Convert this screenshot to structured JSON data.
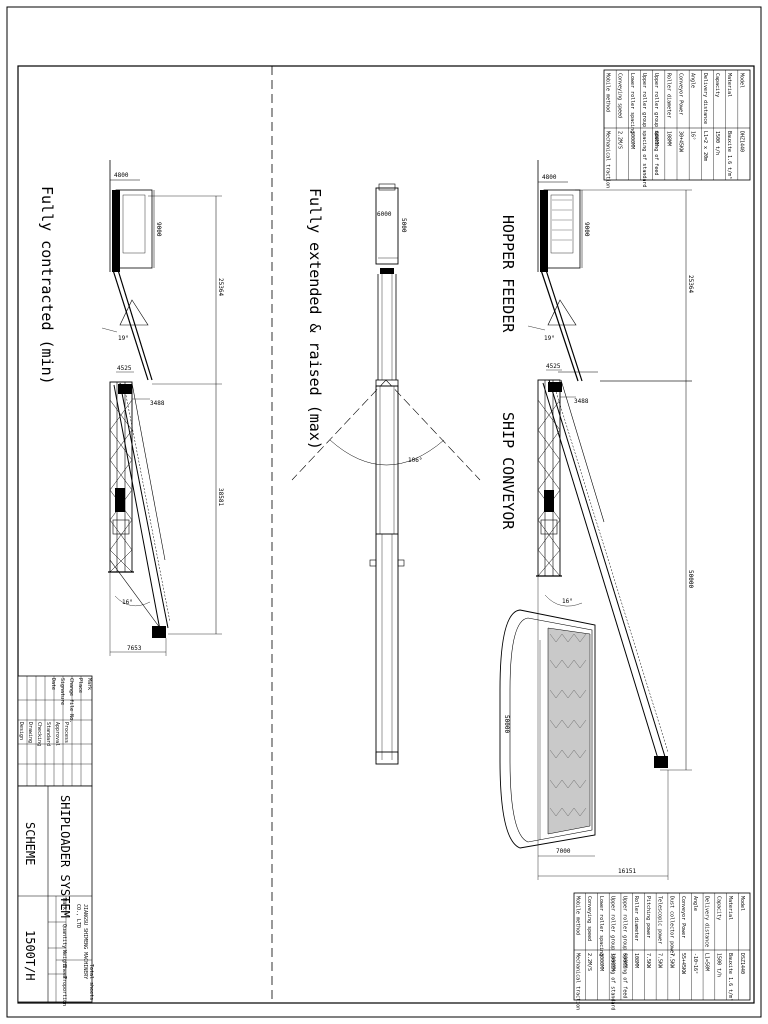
{
  "labels": {
    "hopper_feeder": "HOPPER FEEDER",
    "ship_conveyor": "SHIP CONVEYOR",
    "fully_extended": "Fully extended & raised (max)",
    "fully_contracted": "Fully contracted (min)"
  },
  "dims_top": {
    "d4800": "4800",
    "d9000": "9000",
    "d25364": "25364",
    "d4525": "4525",
    "d3488": "3488",
    "d50000_boom": "50000",
    "d50000_ship": "50000",
    "d7000": "7000",
    "d16151": "16151",
    "a19": "19°",
    "a16": "16°"
  },
  "dims_mid": {
    "d6000": "6000",
    "d5000": "5000",
    "a106": "106°"
  },
  "dims_bottom": {
    "d4800": "4800",
    "d9000": "9000",
    "d25364": "25364",
    "d4525": "4525",
    "d3488": "3488",
    "d38581": "38581",
    "d7653": "7653",
    "a19": "19°",
    "a16": "16°"
  },
  "hopper_table": {
    "rows": [
      [
        "Model",
        "DHZ1440"
      ],
      [
        "Material",
        "Bauxite 1.6 t/m³"
      ],
      [
        "Capacity",
        "1500 t/h"
      ],
      [
        "Delivery distance",
        "L1=2 x 20m"
      ],
      [
        "Angle",
        "16°"
      ],
      [
        "Conveyor Power",
        "30+45KW"
      ],
      [
        "Roller diameter",
        "108MM"
      ],
      [
        "Upper roller group spacing of feed",
        "600MM"
      ],
      [
        "Upper roller group spacing of standard",
        ""
      ],
      [
        "Lower roller spacing",
        "3000MM"
      ],
      [
        "Conveying speed",
        "2.2M/S"
      ],
      [
        "Mobile method",
        "Mechanical traction"
      ]
    ]
  },
  "ship_table": {
    "rows": [
      [
        "Model",
        "DSZ1440"
      ],
      [
        "Material",
        "Bauxite 1.6 t/m³"
      ],
      [
        "Capacity",
        "1500 t/h"
      ],
      [
        "Delivery distance",
        "L1=50M"
      ],
      [
        "Angle",
        "-10~16°"
      ],
      [
        "Conveyor Power",
        "55+45KW"
      ],
      [
        "Dust collector power",
        "7.5KW"
      ],
      [
        "Telescopic power",
        "7.5KW"
      ],
      [
        "Pitching power",
        "7.5KW"
      ],
      [
        "Roller diameter",
        "108MM"
      ],
      [
        "Upper roller group spacing of feed",
        "600MM"
      ],
      [
        "Upper roller group spacing of standard",
        "1000MM"
      ],
      [
        "Lower roller spacing",
        "3000MM"
      ],
      [
        "Conveying speed",
        "2.2M/S"
      ],
      [
        "Mobile method",
        "Mechanical traction"
      ]
    ]
  },
  "title_block": {
    "project": "SHIPLOADER SYSTEM",
    "drawing": "SCHEME",
    "capacity": "1500T/H",
    "company_line1": "JIANGSU SHIMENG MACHINERY",
    "company_line2": "CO., LTD",
    "headers": [
      "Mark",
      "Place",
      "Change file No.",
      "Signature",
      "Date"
    ],
    "roles": [
      "Design",
      "Drawing",
      "Checking",
      "Standard",
      "Approval",
      "Process"
    ],
    "roles2": [
      "Mark",
      "Quantity",
      "Weight",
      "Proportion"
    ],
    "sheet": [
      "Sheet",
      "Total sheets"
    ]
  }
}
